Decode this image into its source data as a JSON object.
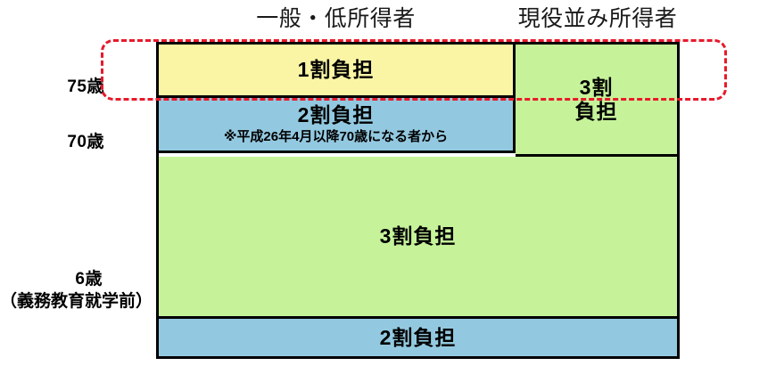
{
  "headers": {
    "general": "一般・低所得者",
    "active_income": "現役並み所得者"
  },
  "age_axis": {
    "age_75": "75歳",
    "age_70": "70歳",
    "age_6": "6歳",
    "age_6_note": "（義務教育就学前）"
  },
  "cells": {
    "one_tenth": {
      "label": "1割負担"
    },
    "two_tenths_70": {
      "label": "2割負担",
      "note": "※平成26年4月以降70歳になる者から"
    },
    "three_tenths_active": {
      "label_line1": "3割",
      "label_line2": "負担"
    },
    "three_tenths_main": {
      "label": "3割負担"
    },
    "two_tenths_bottom": {
      "label": "2割負担"
    }
  },
  "colors": {
    "yellow": "#faf5a5",
    "blue": "#93c9e0",
    "green": "#c6f39a",
    "dashed_red": "#e8192c",
    "border_black": "#000000",
    "background": "#ffffff"
  }
}
